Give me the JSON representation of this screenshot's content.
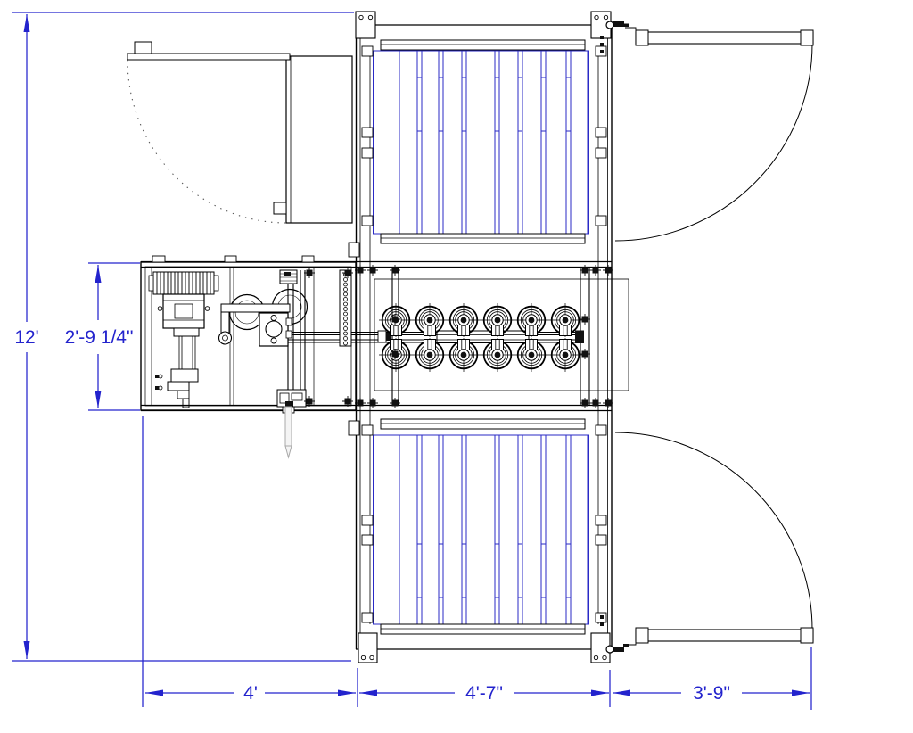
{
  "drawing": {
    "kind": "CAD plan view - conveyor and roller machine layout",
    "dimension_color": "#2323cd",
    "belt_color": "#2a2ac6",
    "line_color": "#000000",
    "dimensions": {
      "overall_height": "12'",
      "drive_module_depth": "2'-9 1/4\"",
      "drive_module_width": "4'",
      "roller_section_width": "4'-7\"",
      "door_swing_width": "3'-9\""
    }
  }
}
